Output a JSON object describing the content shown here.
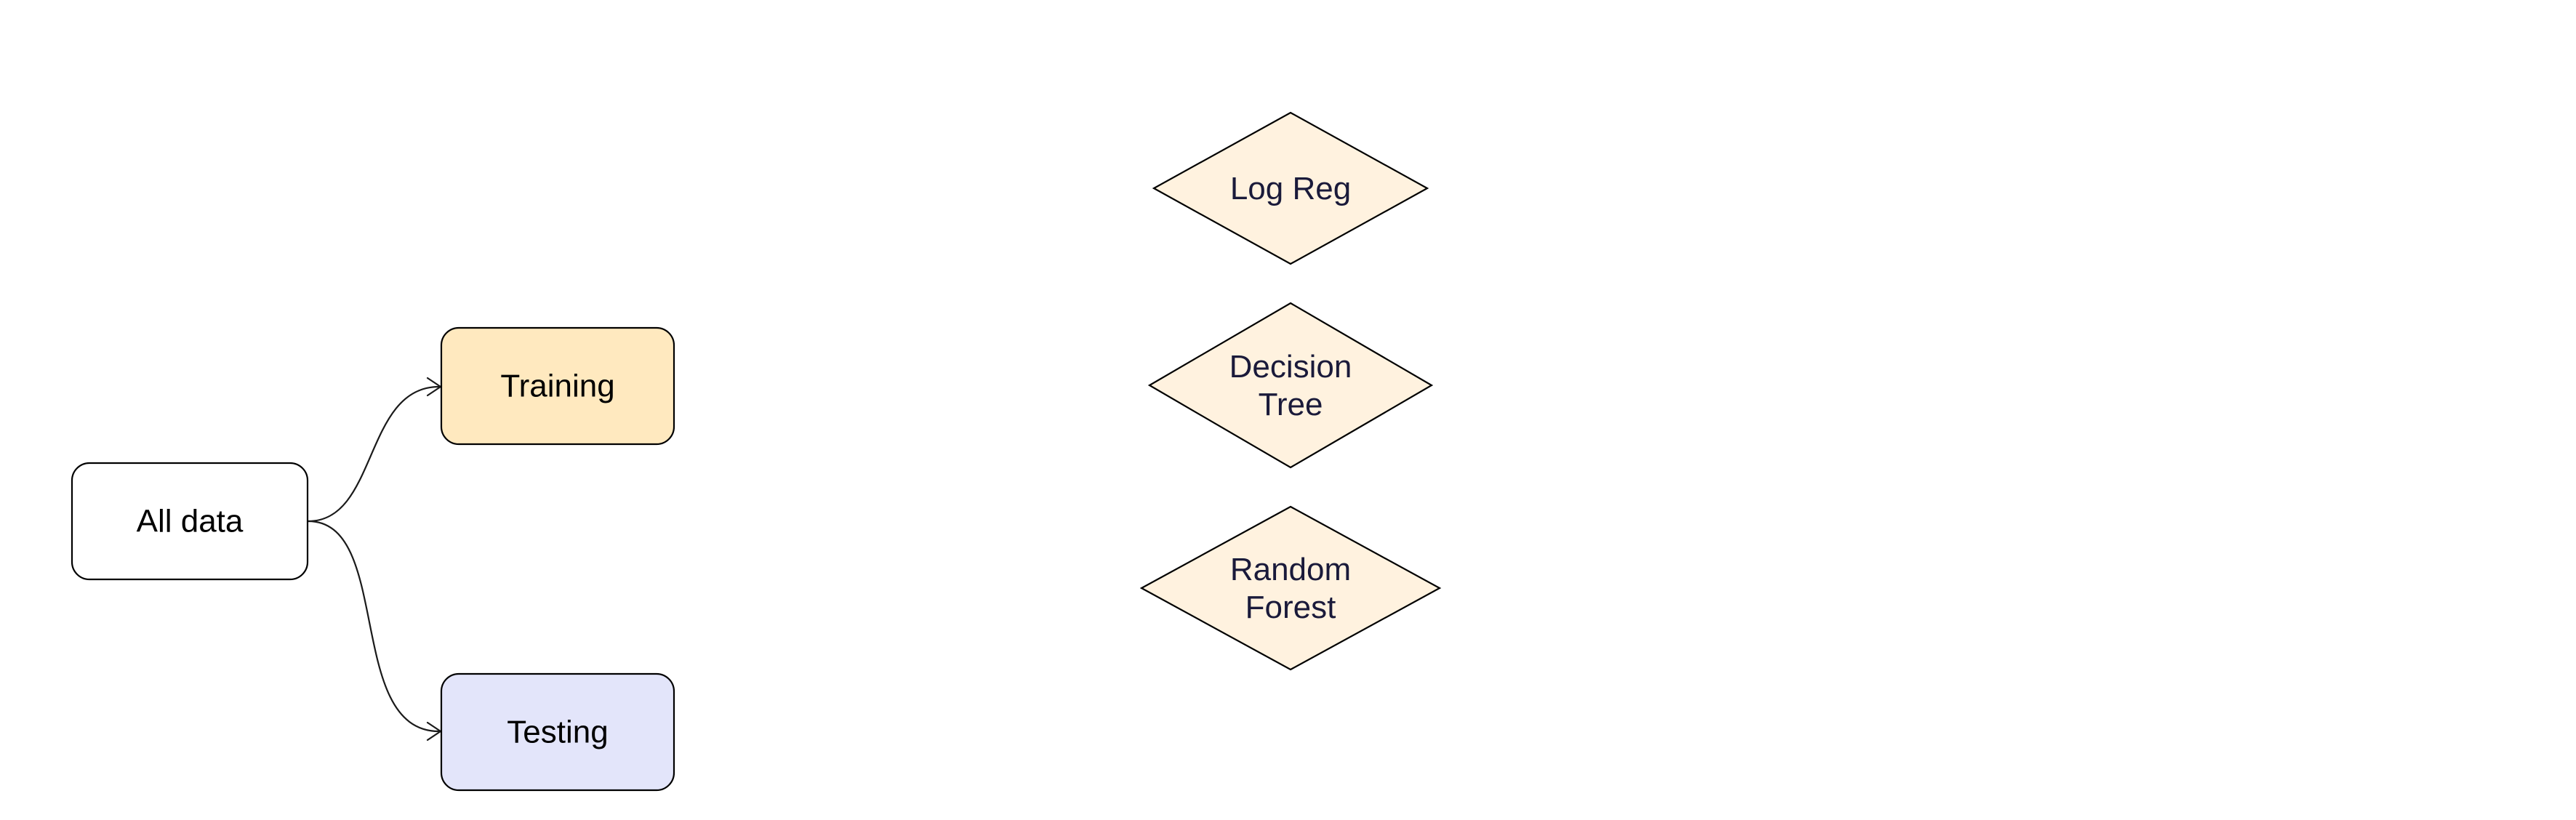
{
  "colors": {
    "background": "#ffffff",
    "all_data_fill": "#ffffff",
    "training_fill": "#ffe9bf",
    "testing_fill": "#e3e5fa",
    "model_fill": "#fff2df",
    "stroke": "#000000"
  },
  "nodes": {
    "all_data": {
      "label": "All data"
    },
    "training": {
      "label": "Training"
    },
    "testing": {
      "label": "Testing"
    }
  },
  "models": [
    {
      "lines": [
        "Log Reg"
      ]
    },
    {
      "lines": [
        "Decision",
        "Tree"
      ]
    },
    {
      "lines": [
        "Random",
        "Forest"
      ]
    }
  ]
}
